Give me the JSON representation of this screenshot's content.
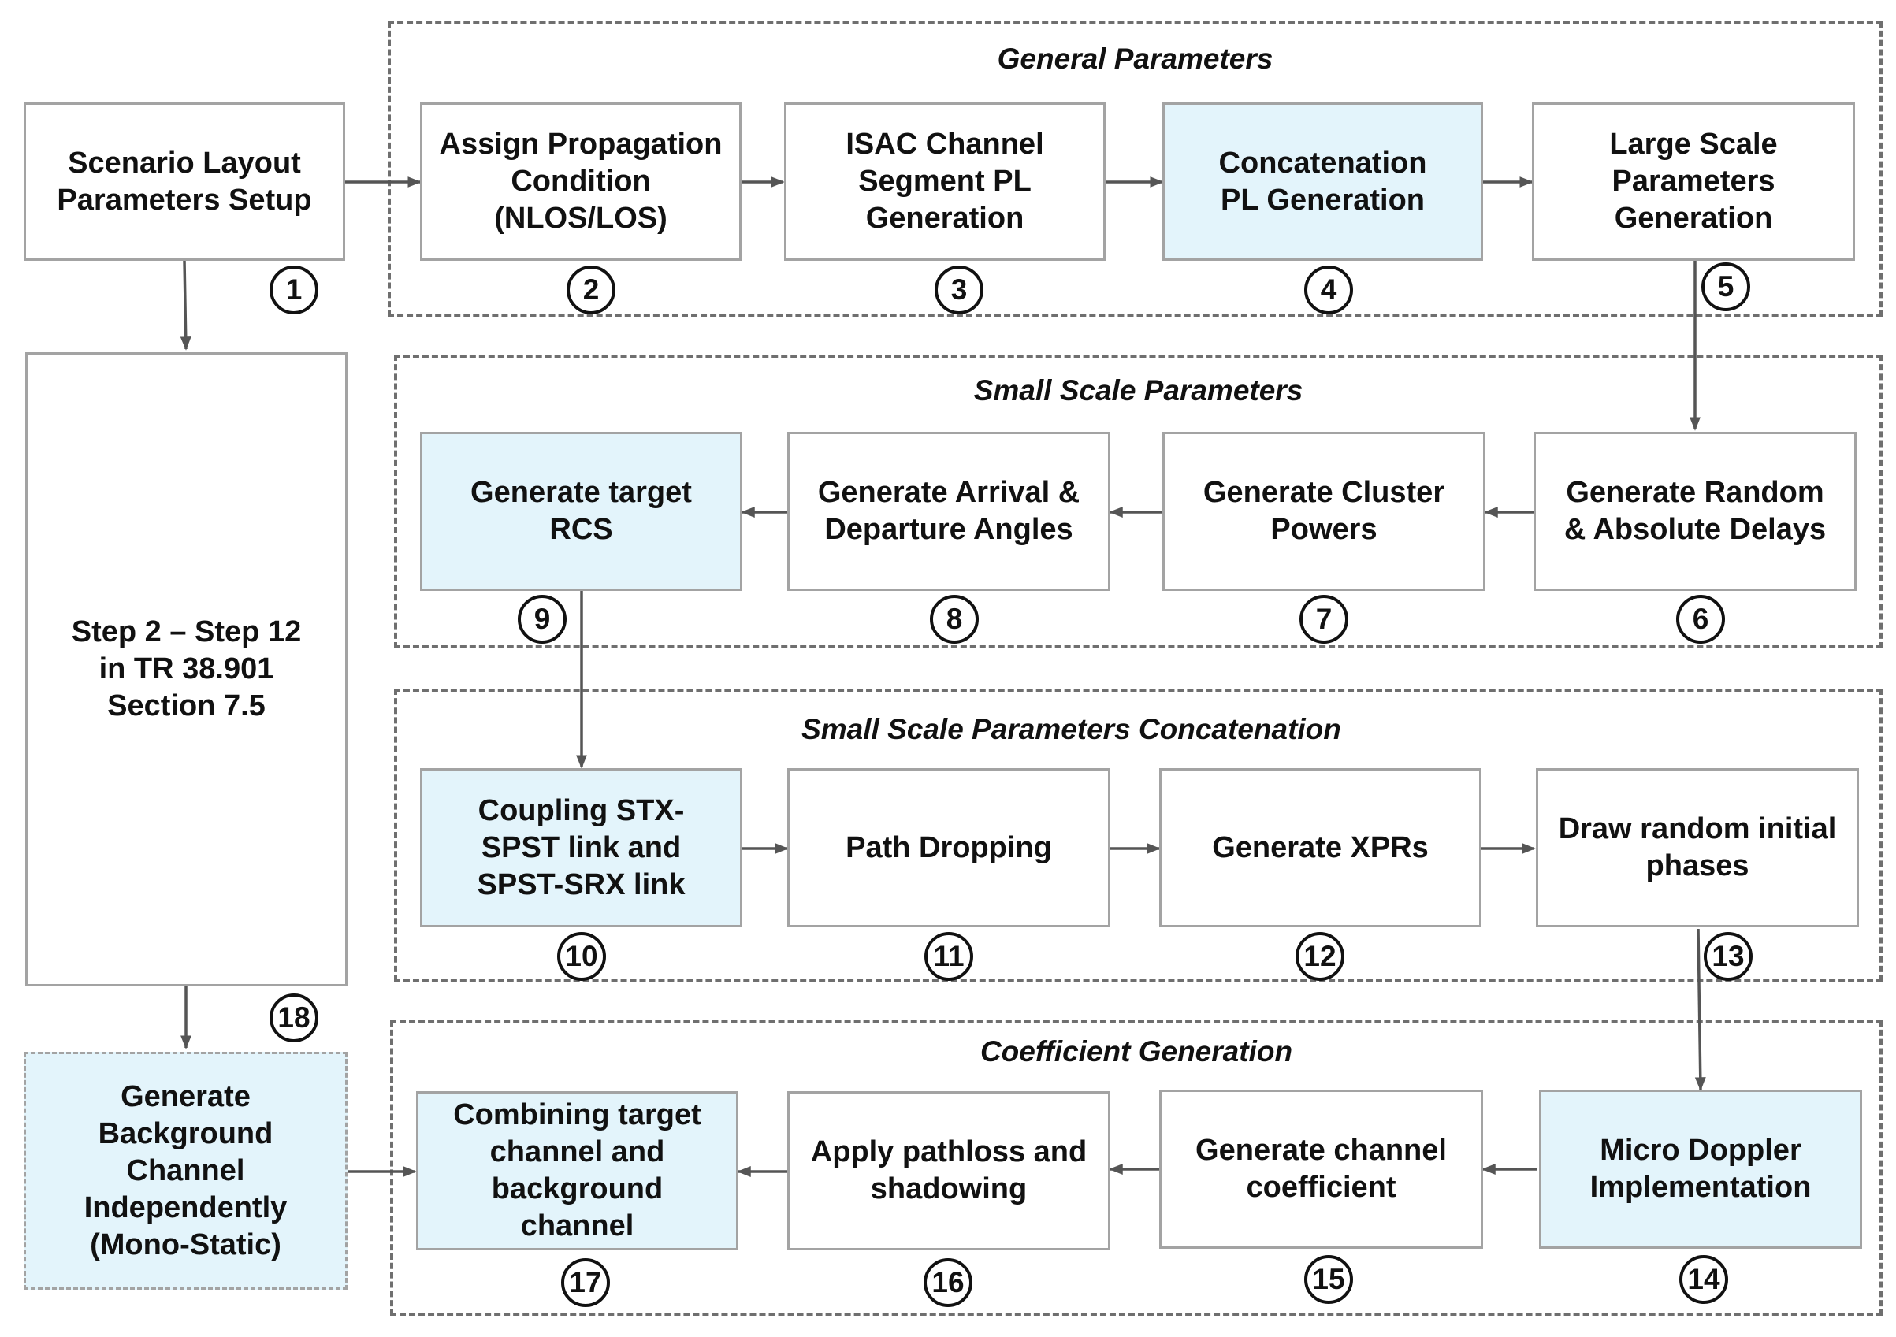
{
  "colors": {
    "highlight_fill": "#e3f4fb",
    "box_border": "#a3a3a3",
    "arrow": "#555555",
    "group_border": "#6f6f6f"
  },
  "groups": {
    "general": "General Parameters",
    "small_scale": "Small Scale Parameters",
    "concatenation": "Small Scale Parameters Concatenation",
    "coefficient": "Coefficient Generation"
  },
  "boxes": {
    "scenario": "Scenario Layout\nParameters Setup",
    "steps_2_12": "Step 2 – Step 12\nin TR 38.901\nSection 7.5",
    "background": "Generate\nBackground\nChannel\nIndependently\n(Mono-Static)",
    "propagation": "Assign Propagation\nCondition\n(NLOS/LOS)",
    "isac_pl": "ISAC Channel\nSegment PL\nGeneration",
    "concat_pl": "Concatenation\nPL Generation",
    "large_scale": "Large Scale\nParameters\nGeneration",
    "delays": "Generate Random\n& Absolute Delays",
    "cluster_powers": "Generate Cluster\nPowers",
    "angles": "Generate Arrival &\nDeparture Angles",
    "rcs": "Generate target\nRCS",
    "coupling": "Coupling STX-\nSPST link and\nSPST-SRX link",
    "path_dropping": "Path Dropping",
    "xprs": "Generate XPRs",
    "phases": "Draw random initial\nphases",
    "micro_doppler": "Micro Doppler\nImplementation",
    "coefficient": "Generate channel\ncoefficient",
    "pathloss": "Apply pathloss and\nshadowing",
    "combining": "Combining target\nchannel and\nbackground\nchannel"
  },
  "steps": [
    "1",
    "2",
    "3",
    "4",
    "5",
    "6",
    "7",
    "8",
    "9",
    "10",
    "11",
    "12",
    "13",
    "14",
    "15",
    "16",
    "17",
    "18"
  ]
}
